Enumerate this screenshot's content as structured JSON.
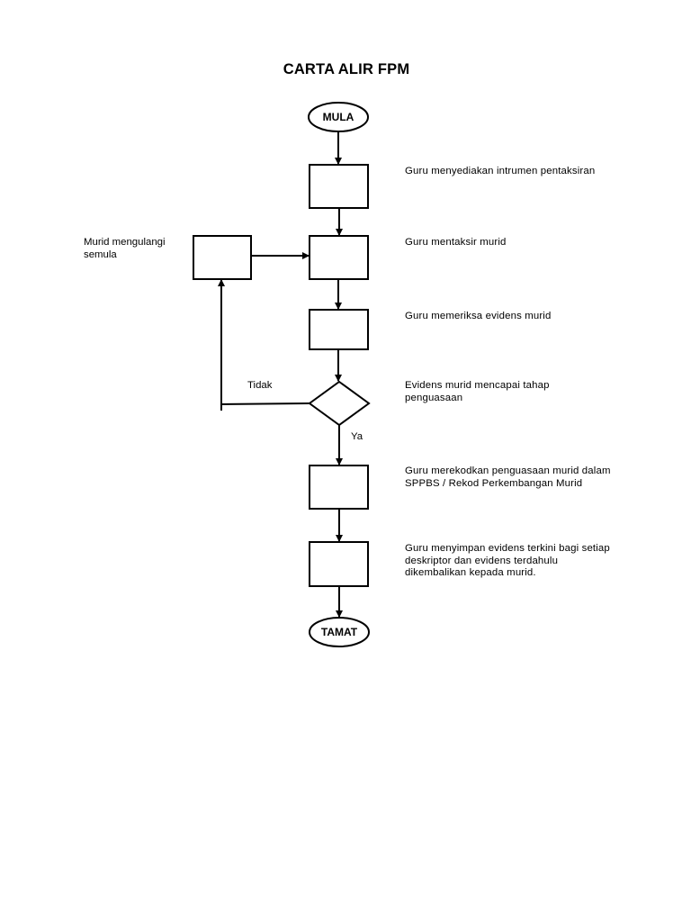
{
  "title": "CARTA ALIR FPM",
  "start": {
    "label": "MULA"
  },
  "end": {
    "label": "TAMAT"
  },
  "steps": [
    {
      "description": "Guru menyediakan intrumen pentaksiran"
    },
    {
      "description": "Guru mentaksir murid"
    },
    {
      "description": "Guru memeriksa evidens murid"
    },
    {
      "description": "Evidens murid mencapai tahap penguasaan"
    },
    {
      "description": "Guru merekodkan penguasaan  murid dalam SPPBS / Rekod Perkembangan Murid"
    },
    {
      "description": "Guru menyimpan evidens terkini bagi setiap deskriptor dan evidens terdahulu dikembalikan kepada murid."
    }
  ],
  "decision": {
    "yes_label": "Ya",
    "no_label": "Tidak"
  },
  "loop": {
    "label": "Murid mengulangi semula"
  },
  "colors": {
    "stroke": "#000000",
    "background": "#ffffff"
  }
}
